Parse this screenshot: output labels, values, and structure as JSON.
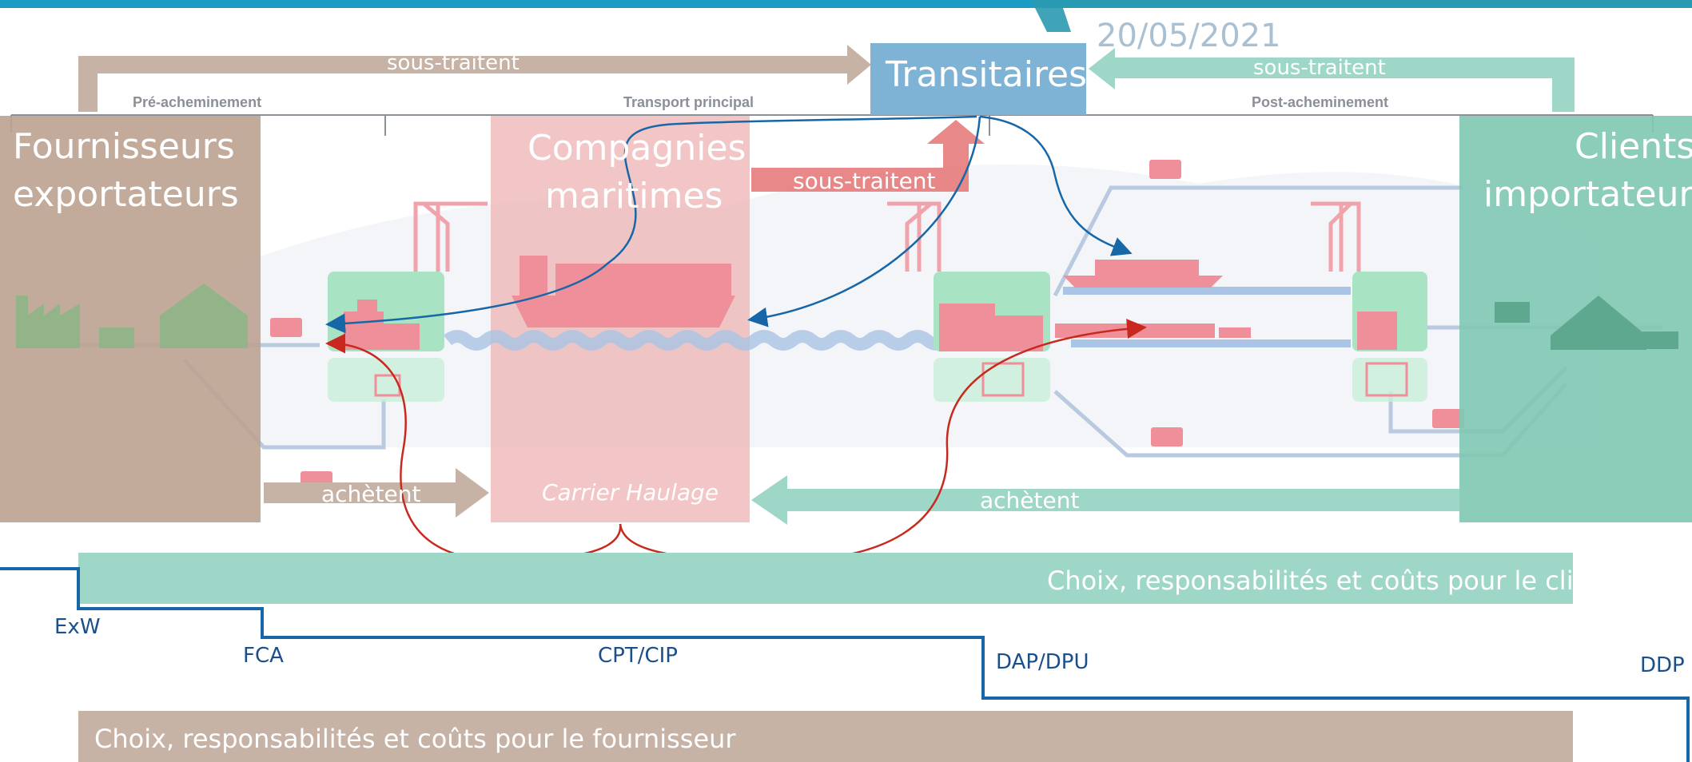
{
  "date": "20/05/2021",
  "actors": {
    "fournisseurs": [
      "Fournisseurs",
      "exportateurs"
    ],
    "compagnies": [
      "Compagnies",
      "maritimes"
    ],
    "transitaires": "Transitaires",
    "clients": [
      "Clients",
      "importateurs"
    ]
  },
  "stages": {
    "pre": "Pré-acheminement",
    "main": "Transport principal",
    "post": "Post-acheminement"
  },
  "relations": {
    "subcontract_left": "sous-traitent",
    "subcontract_right": "sous-traitent",
    "subcontract_carrier": "sous-traitent",
    "buy_left": "achètent",
    "buy_right": "achètent"
  },
  "carrier_haulage": "Carrier Haulage",
  "bands": {
    "client": "Choix, responsabilités et coûts pour le client",
    "supplier": "Choix, responsabilités et coûts pour le fournisseur"
  },
  "incoterms": {
    "exw": "ExW",
    "fca": "FCA",
    "cpt": "CPT/CIP",
    "dap": "DAP/DPU",
    "ddp": "DDP"
  },
  "colors": {
    "tan": "#c7b2a6",
    "teal": "#8fd0c0",
    "blue": "#6fa8cc",
    "pink": "#ee9b9b",
    "line_blue": "#1767a8",
    "line_red": "#c8281e"
  }
}
